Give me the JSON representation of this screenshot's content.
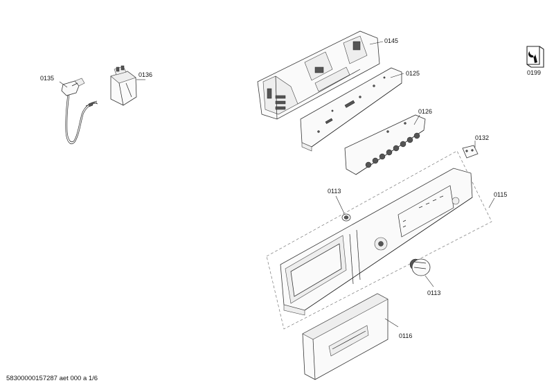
{
  "labels": {
    "p0145": "0145",
    "p0125": "0125",
    "p0126": "0126",
    "p0132": "0132",
    "p0115": "0115",
    "p0113a": "0113",
    "p0113b": "0113",
    "p0116": "0116",
    "p0135": "0135",
    "p0136": "0136",
    "p0199": "0199"
  },
  "footer": "58300000157287 aet 000 a 1/6",
  "icons": {
    "service": "wrench-in-box-icon"
  }
}
